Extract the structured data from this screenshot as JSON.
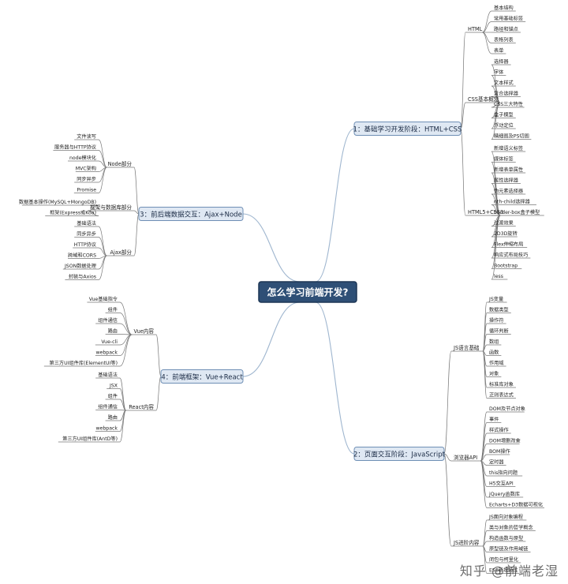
{
  "center": "怎么学习前端开发?",
  "branches": [
    {
      "id": "b1",
      "label": "1：基础学习开发阶段：HTML+CSS",
      "children": [
        {
          "label": "HTML",
          "leaves": [
            "基本结构",
            "常用基础标签",
            "路径和锚点",
            "表格列表",
            "表单"
          ]
        },
        {
          "label": "CSS基本概念",
          "leaves": [
            "选择器",
            "字体",
            "文本样式",
            "复合选择器",
            "CSS三大特性",
            "盒子模型",
            "浮动定位",
            "精细图及PS切图"
          ]
        },
        {
          "label": "HTML5+CSS3",
          "leaves": [
            "新增语义标签",
            "媒体标签",
            "新增表单属性",
            "属性选择器",
            "伪元素选择器",
            "nth-child选择器",
            "border-box盒子模型",
            "过渡效果",
            "2D3D旋转",
            "Flex伸缩布局",
            "响应式布局技巧",
            "Bootstrap",
            "less"
          ]
        }
      ]
    },
    {
      "id": "b2",
      "label": "2：页面交互阶段：JavaScript",
      "children": [
        {
          "label": "JS语言基础",
          "leaves": [
            "JS变量",
            "数据类型",
            "操作符",
            "循环判断",
            "数组",
            "函数",
            "作用域",
            "对象",
            "标准库对象",
            "正则表达式"
          ]
        },
        {
          "label": "浏览器API",
          "leaves": [
            "DOM及节点对象",
            "事件",
            "样式操作",
            "DOM增删改查",
            "BOM操作",
            "定时器",
            "this指向问题",
            "H5交互API",
            "jQuery函数库",
            "Echarts+D3数据可视化"
          ]
        },
        {
          "label": "JS进阶内容",
          "leaves": [
            "JS面向对象编程",
            "类与对象的哲学概念",
            "构造函数与原型",
            "原型链及作用域链",
            "闭包与柯里化",
            "ES6新增特性"
          ]
        }
      ]
    },
    {
      "id": "b3",
      "label": "3：前后端数据交互：Ajax+Node",
      "children": [
        {
          "label": "Node部分",
          "leaves": [
            "文件读写",
            "服务器与HTTP协议",
            "node模块化",
            "MVC架构",
            "同步异步",
            "Promise"
          ]
        },
        {
          "label": "框架与数据库部分",
          "leaves": [
            "数据基本操作(MySQL+MongoDB)",
            "框架(Express或Koa)"
          ]
        },
        {
          "label": "Ajax部分",
          "leaves": [
            "基础语法",
            "同步异步",
            "HTTP协议",
            "跨域和CORS",
            "JSON数据处理",
            "封装与Axios"
          ]
        }
      ]
    },
    {
      "id": "b4",
      "label": "4：前端框架：Vue+React",
      "children": [
        {
          "label": "Vue内容",
          "leaves": [
            "Vue基础指令",
            "组件",
            "组件通信",
            "路由",
            "Vue-cli",
            "webpack",
            "第三方UI组件库(ElementUI等)"
          ]
        },
        {
          "label": "React内容",
          "leaves": [
            "基础语法",
            "JSX",
            "组件",
            "组件通信",
            "路由",
            "webpack",
            "第三方UI组件库(AntD等)"
          ]
        }
      ]
    }
  ],
  "watermark": "知乎 @前端老湿",
  "colors": {
    "center_fill": "#2e4f76",
    "center_border": "#1d3655",
    "branch_fill": "#dfe8f3",
    "branch_border": "#6f8fb5",
    "main_line": "#9fb6cf",
    "sub_line": "#777777"
  }
}
